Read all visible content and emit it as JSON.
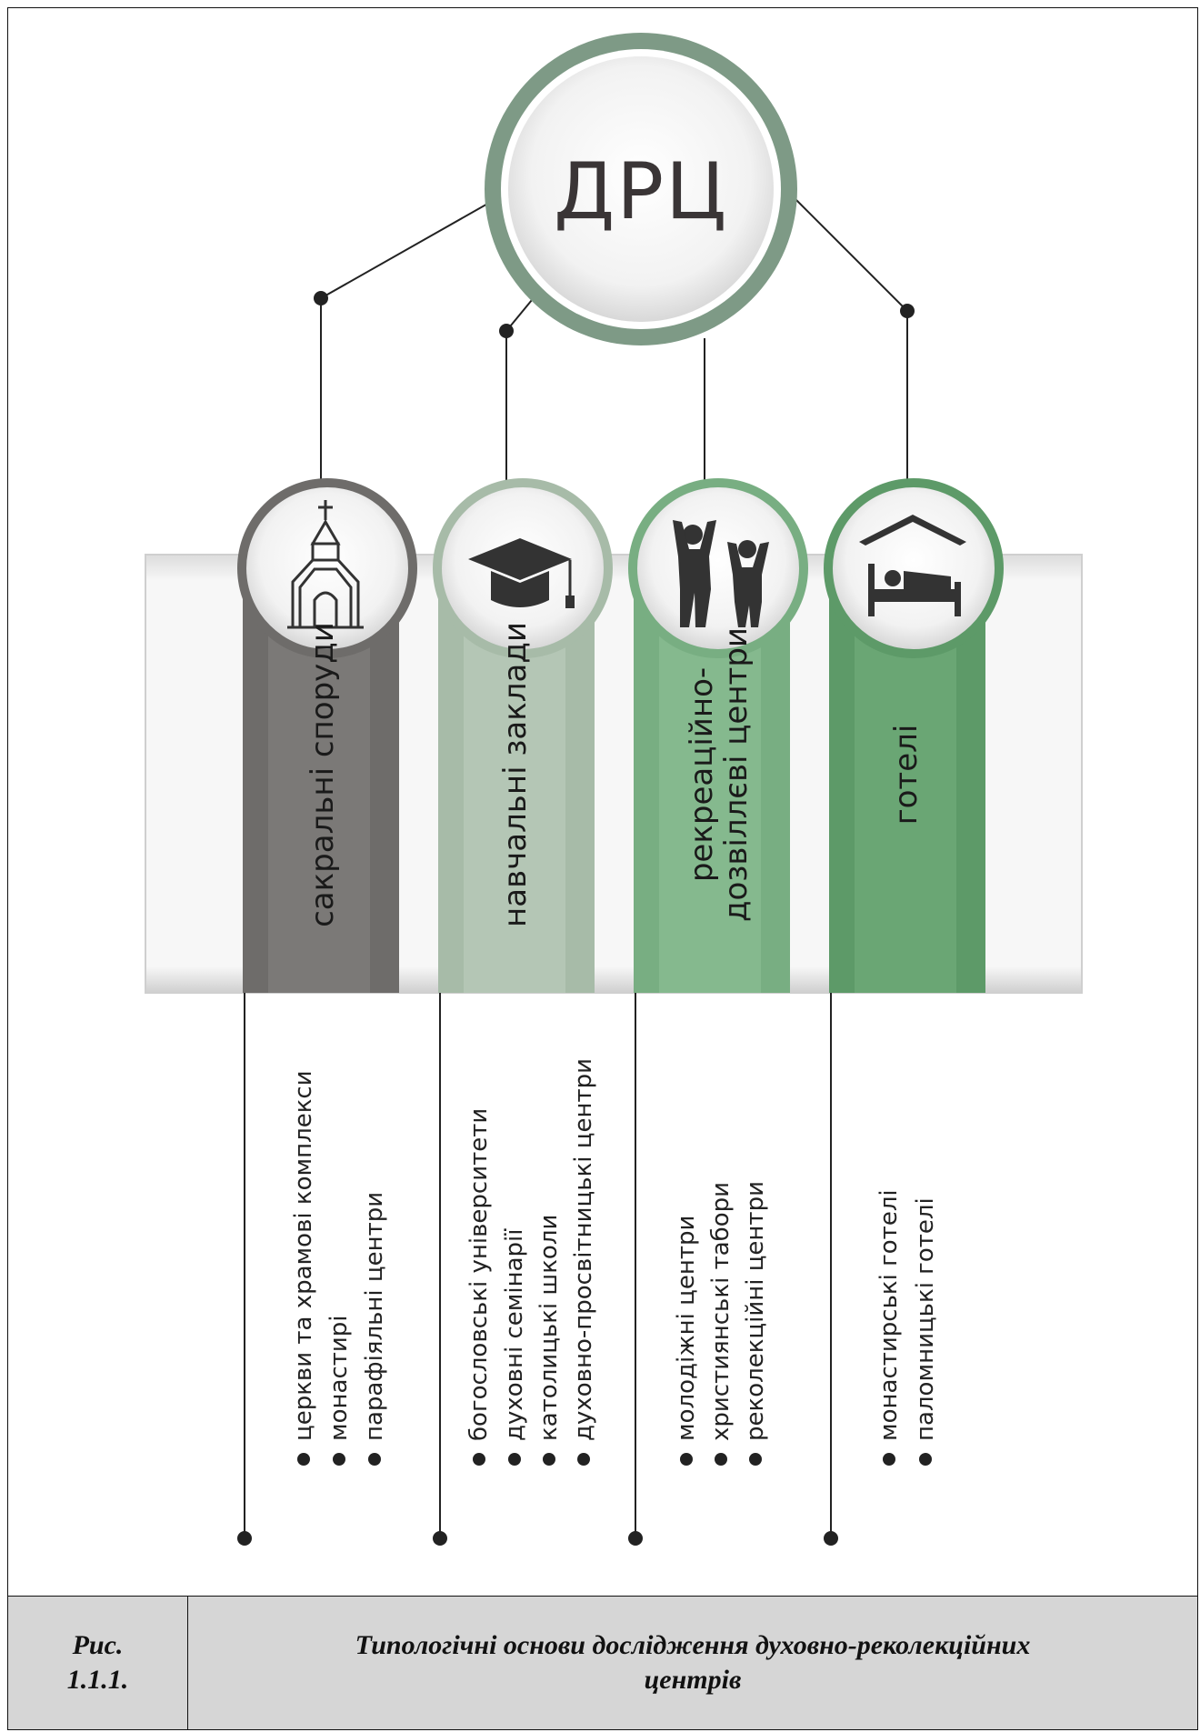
{
  "diagram": {
    "center_label": "ДРЦ",
    "categories": [
      {
        "name_lines": [
          "сакральні споруди"
        ],
        "icon": "church-icon",
        "items": [
          "церкви та храмові комплекси",
          "монастирі",
          "парафіяльні центри"
        ]
      },
      {
        "name_lines": [
          "навчальні заклади"
        ],
        "icon": "graduation-cap-icon",
        "items": [
          "богословські університети",
          "духовні семінарії",
          "католицькі школи",
          "духовно-просвітницькі центри"
        ]
      },
      {
        "name_lines": [
          "рекреаційно-",
          "дозвіллєві центри"
        ],
        "icon": "people-jumping-icon",
        "items": [
          "молодіжні центри",
          "християнські табори",
          "реколекційні центри"
        ]
      },
      {
        "name_lines": [
          "готелі"
        ],
        "icon": "hotel-bed-icon",
        "items": [
          "монастирські готелі",
          "паломницькі готелі"
        ]
      }
    ],
    "colors": {
      "ring": "#7e9a86",
      "column_1": "#6e6c6a",
      "column_2": "#a7bba8",
      "column_3": "#78ae82",
      "column_4": "#5d9a68",
      "band": "#f4f3f3",
      "line": "#222222"
    }
  },
  "caption": {
    "label_line1": "Рис.",
    "label_line2": "1.1.1.",
    "title_line1": "Типологічні основи дослідження духовно-реколекційних",
    "title_line2": "центрів"
  }
}
